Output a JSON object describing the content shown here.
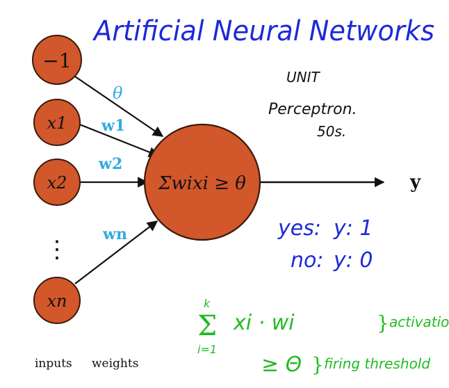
{
  "title": "Artificial Neural Networks",
  "inputs": [
    {
      "label": "−1",
      "weight": "θ"
    },
    {
      "label": "x1",
      "weight": "w1"
    },
    {
      "label": "x2",
      "weight": "w2"
    },
    {
      "label": "⋮",
      "weight": ""
    },
    {
      "label": "xn",
      "weight": "wn"
    }
  ],
  "neuron_label": "Σwixi ≥ θ",
  "output_label": "y",
  "notes": {
    "unit": "UNIT",
    "perceptron": "Perceptron.",
    "era": "50s."
  },
  "rules": {
    "yes": "yes:",
    "yes_value": "y: 1",
    "no": "no:",
    "no_value": "y: 0"
  },
  "formula": {
    "sum_top": "k",
    "sum_bottom": "i=1",
    "sum_term": "xi · wi",
    "activation": "activation",
    "threshold_prefix": "≥ Θ",
    "firing": "firing threshold"
  },
  "footer": {
    "inputs": "inputs",
    "weights": "weights"
  },
  "colors": {
    "node_fill": "#d2572b",
    "node_stroke": "#3a1a0c",
    "weight_blue": "#33aadd",
    "ink_blue": "#1d2ad6",
    "ink_green": "#22bb22",
    "ink_black": "#111111"
  }
}
